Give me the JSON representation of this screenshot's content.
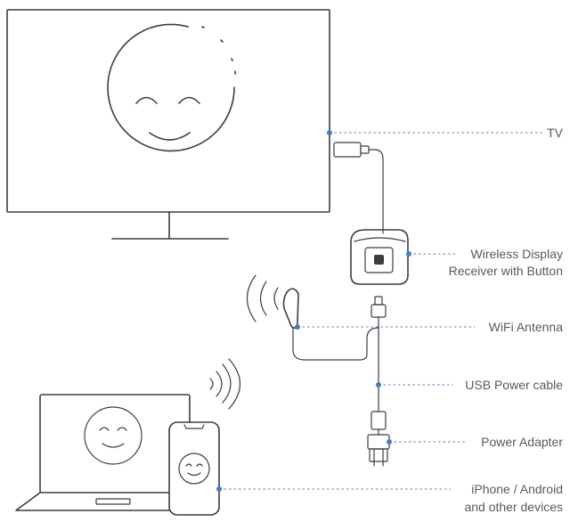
{
  "labels": {
    "tv": "TV",
    "receiver_line1": "Wireless Display",
    "receiver_line2": "Receiver with Button",
    "antenna": "WiFi Antenna",
    "usb_cable": "USB Power cable",
    "adapter": "Power Adapter",
    "devices_line1": "iPhone / Android",
    "devices_line2": "and other devices"
  },
  "colors": {
    "leader_line": "#4b87c2",
    "leader_dot": "#3d7fc2",
    "outline": "#3a3d42",
    "label_text": "#555a60"
  },
  "icons": [
    "tv-icon",
    "smiley-icon",
    "hdmi-plug-icon",
    "receiver-icon",
    "wifi-antenna-icon",
    "wifi-signal-icon",
    "usb-plug-icon",
    "power-adapter-icon",
    "laptop-icon",
    "smartphone-icon"
  ]
}
